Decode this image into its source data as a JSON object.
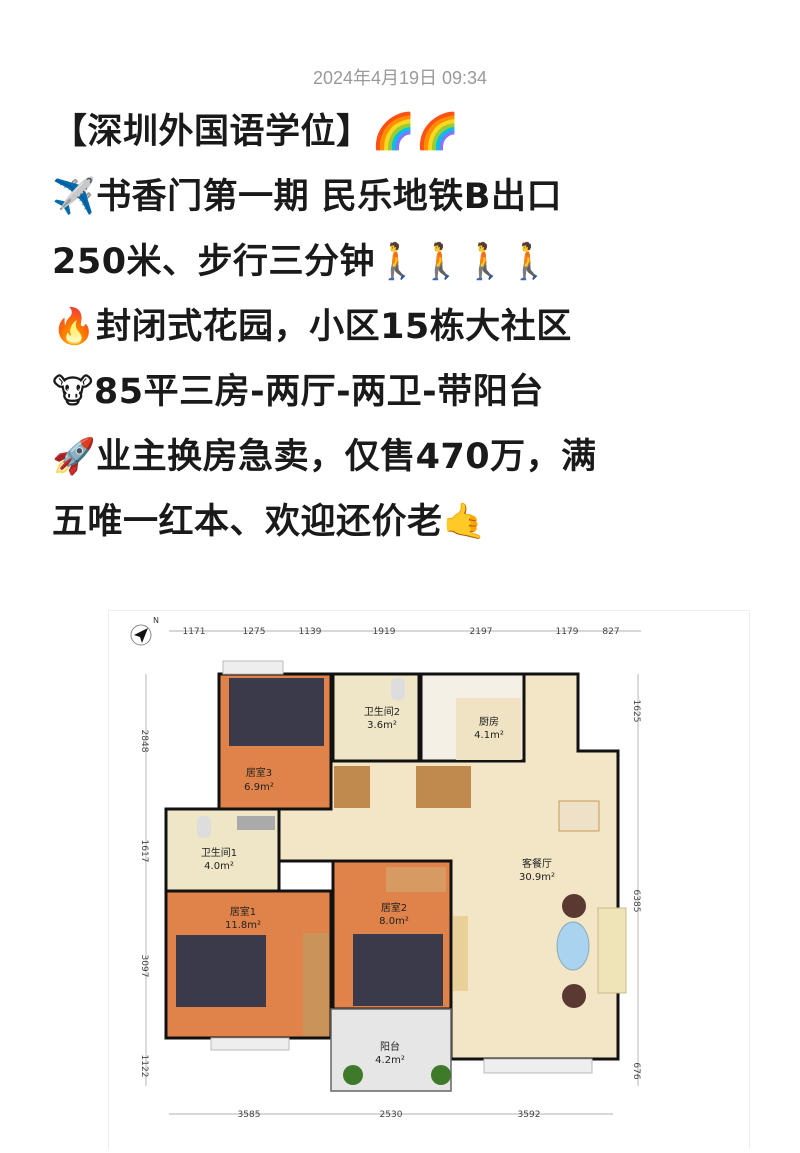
{
  "timestamp": "2024年4月19日 09:34",
  "post": {
    "lines": [
      "【深圳外国语学位】🌈🌈",
      "✈️书香门第一期 民乐地铁B出口",
      "250米、步行三分钟🚶🚶🚶🚶",
      "🔥封闭式花园，小区15栋大社区",
      "🐮85平三房-两厅-两卫-带阳台",
      "🚀业主换房急卖，仅售470万，满",
      "五唯一红本、欢迎还价老🤙"
    ]
  },
  "floorplan": {
    "compass_label": "N",
    "top_dims": [
      "1171",
      "1275",
      "1139",
      "1919",
      "2197",
      "1179",
      "827"
    ],
    "left_dims": [
      "2848",
      "1617",
      "3097",
      "1122"
    ],
    "right_dims": [
      "1625",
      "6385",
      "676"
    ],
    "bottom_dims": [
      "3585",
      "2530",
      "3592"
    ],
    "rooms": {
      "bedroom3": {
        "name": "居室3",
        "area": "6.9m²"
      },
      "bath2": {
        "name": "卫生间2",
        "area": "3.6m²"
      },
      "kitchen": {
        "name": "厨房",
        "area": "4.1m²"
      },
      "bath1": {
        "name": "卫生间1",
        "area": "4.0m²"
      },
      "living": {
        "name": "客餐厅",
        "area": "30.9m²"
      },
      "bedroom1": {
        "name": "居室1",
        "area": "11.8m²"
      },
      "bedroom2": {
        "name": "居室2",
        "area": "8.0m²"
      },
      "balcony": {
        "name": "阳台",
        "area": "4.2m²"
      }
    },
    "colors": {
      "floor_wood": "#e0834a",
      "floor_tile": "#f3e6c6",
      "wall": "#111111",
      "bed": "#3a3a4a"
    }
  }
}
